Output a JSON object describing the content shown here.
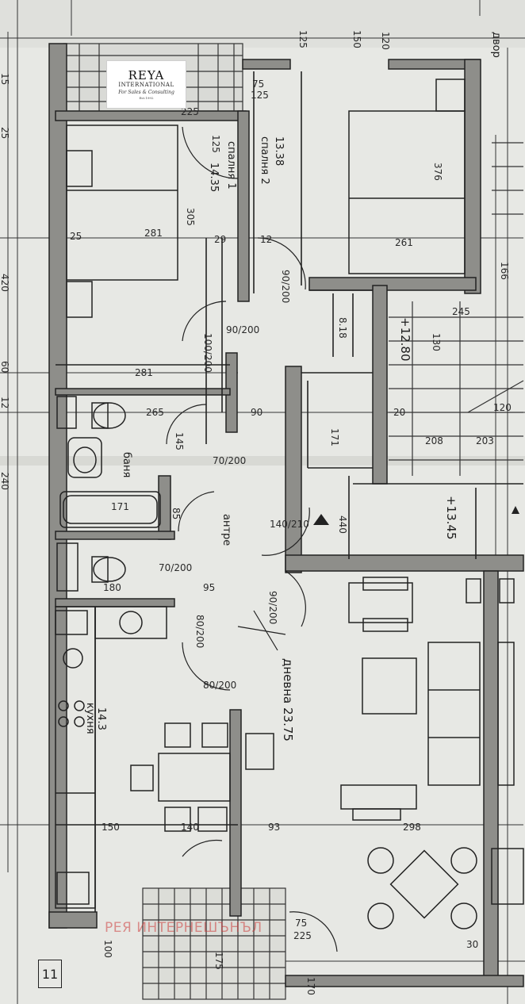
{
  "logo": {
    "name": "REYA",
    "sub": "INTERNATIONAL",
    "tagline": "For Sales & Consulting",
    "est": "Est.1992"
  },
  "watermark": "РЕЯ ИНТЕРНЕШЪНЪЛ",
  "sheet_number": "11",
  "courtyard_label": "двор",
  "rooms": {
    "bedroom1_label": "спалня 1",
    "bedroom1_area": "14.35",
    "bedroom2_label": "спалня 2",
    "bedroom2_area": "13.38",
    "bath_label": "баня",
    "hall_label": "антре",
    "living_label": "дневна 23.75",
    "kitchen_area": "14.3",
    "kitchen_label": "кухня"
  },
  "levels": {
    "upper": "+12.80",
    "lower": "+13.45"
  },
  "dimensions": {
    "top_1": "125",
    "top_2": "150",
    "top_3": "120",
    "balc_75": "75",
    "balc_125": "125",
    "d_225": "225",
    "d_125": "125",
    "bed1_width": "281",
    "bed1_width2": "281",
    "bed2_width": "261",
    "bed2_depth": "376",
    "bed1_depth": "305",
    "left_420": "420",
    "left_60": "60",
    "left_12": "12",
    "left_25": "25",
    "left_15": "15",
    "left_240": "240",
    "door_90_200": "90/200",
    "door_90_200b": "90/200",
    "door_70_200": "70/200",
    "door_70_200b": "70/200",
    "door_80_200": "80/200",
    "door_80_200b": "80/200",
    "door_90_200c": "90/200",
    "door_140_210": "140/210",
    "door_100_200": "100/200",
    "d_29": "29",
    "d_12": "12",
    "d_25": "25",
    "d_265": "265",
    "d_90": "90",
    "d_145": "145",
    "d_171": "171",
    "d_85": "85",
    "d_180": "180",
    "d_95": "95",
    "d_120": "120",
    "d_150": "150",
    "d_140": "140",
    "d_93": "93",
    "d_298": "298",
    "d_245": "245",
    "d_203": "203",
    "d_208": "208",
    "d_30": "30",
    "d_20": "20",
    "d_818": "8.18",
    "d_166": "166",
    "d_130": "130",
    "d_440": "440",
    "d_171b": "171",
    "d_75": "75",
    "d_225b": "225",
    "d_175": "175",
    "d_100": "100",
    "d_170": "170"
  }
}
